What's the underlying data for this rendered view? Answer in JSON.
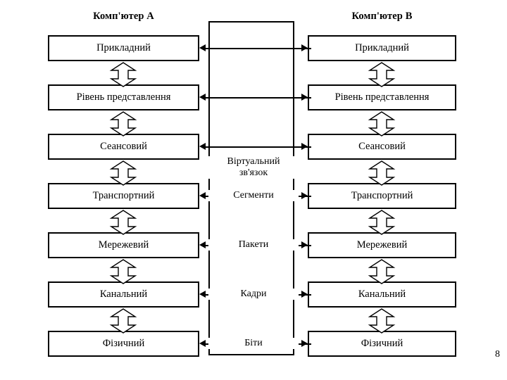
{
  "slide": {
    "page_number": "8"
  },
  "columns": {
    "left_title": "Комп'ютер А",
    "right_title": "Комп'ютер В"
  },
  "layers": [
    {
      "left": "Прикладний",
      "right": "Прикладний",
      "pdu": ""
    },
    {
      "left": "Рівень представлення",
      "right": "Рівень представлення",
      "pdu": ""
    },
    {
      "left": "Сеансовий",
      "right": "Сеансовий",
      "pdu": ""
    },
    {
      "left": "Транспортний",
      "right": "Транспортний",
      "pdu": "Сегменти"
    },
    {
      "left": "Мережевий",
      "right": "Мережевий",
      "pdu": "Пакети"
    },
    {
      "left": "Канальний",
      "right": "Канальний",
      "pdu": "Кадри"
    },
    {
      "left": "Фізичний",
      "right": "Фізичний",
      "pdu": "Біти"
    }
  ],
  "middle": {
    "virtual_link_line1": "Віртуальний",
    "virtual_link_line2": "зв'язок"
  },
  "colors": {
    "stroke": "#000000",
    "background": "#ffffff"
  }
}
